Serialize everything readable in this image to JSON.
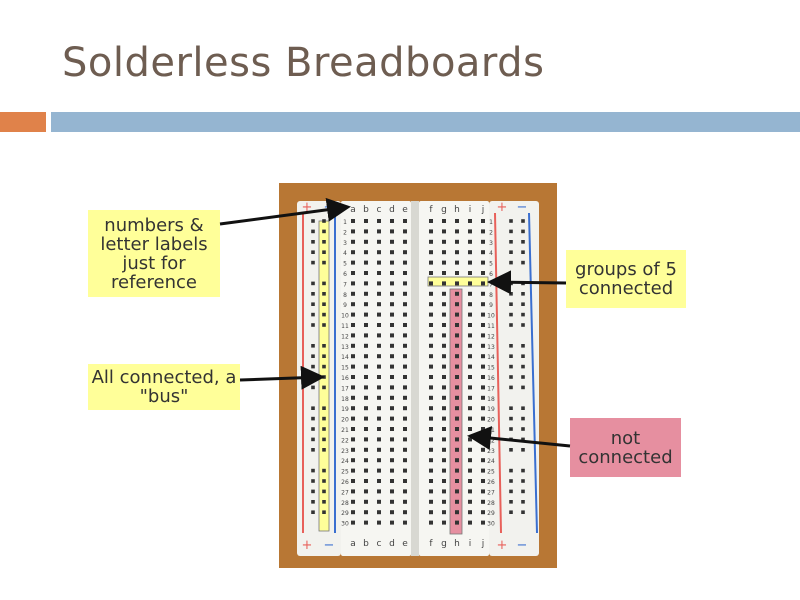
{
  "slide": {
    "title": "Solderless Breadboards"
  },
  "colors": {
    "accent_orange": "#e0824a",
    "accent_blue": "#95b5d1",
    "callout_yellow": "#ffff99",
    "callout_pink": "#e68fa0",
    "rail_red": "#e8605a",
    "rail_blue": "#3a6fd0"
  },
  "callouts": {
    "labels": "numbers & letter labels just for reference",
    "bus": "All connected, a \"bus\"",
    "groups": "groups of 5 connected",
    "not_connected": "not connected"
  },
  "breadboard": {
    "left_letters": [
      "a",
      "b",
      "c",
      "d",
      "e"
    ],
    "right_letters": [
      "f",
      "g",
      "h",
      "i",
      "j"
    ],
    "row_count": 30,
    "plus_sign": "+",
    "minus_sign": "−"
  }
}
